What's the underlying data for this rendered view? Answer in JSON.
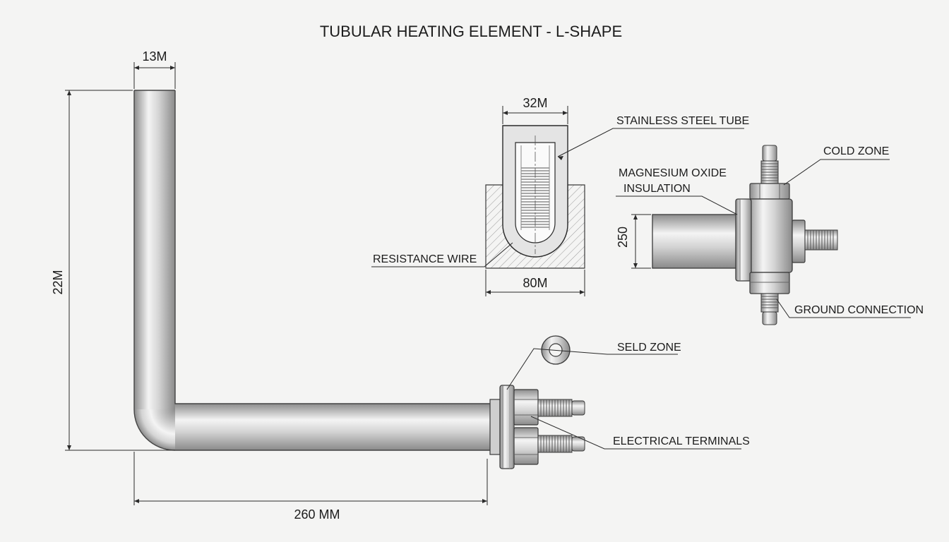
{
  "title": "TUBULAR HEATING ELEMENT - L-SHAPE",
  "dimensions": {
    "tube_diameter": "13M",
    "vertical_height": "22M",
    "horizontal_length": "260 MM",
    "section_width": "32M",
    "block_width": "80M",
    "flange_height": "250"
  },
  "callouts": {
    "stainless_steel_tube": "STAINLESS STEEL TUBE",
    "magnesium_oxide_line1": "MAGNESIUM OXIDE",
    "magnesium_oxide_line2": "INSULATION",
    "resistance_wire": "RESISTANCE WIRE",
    "cold_zone": "COLD ZONE",
    "ground_connection": "GROUND CONNECTION",
    "seld_zone": "SELD ZONE",
    "electrical_terminals": "ELECTRICAL TERMINALS"
  },
  "colors": {
    "background": "#f4f4f3",
    "line": "#2a2a2a",
    "metal_light": "#f2f2f2",
    "metal_dark": "#8a8a8a"
  }
}
